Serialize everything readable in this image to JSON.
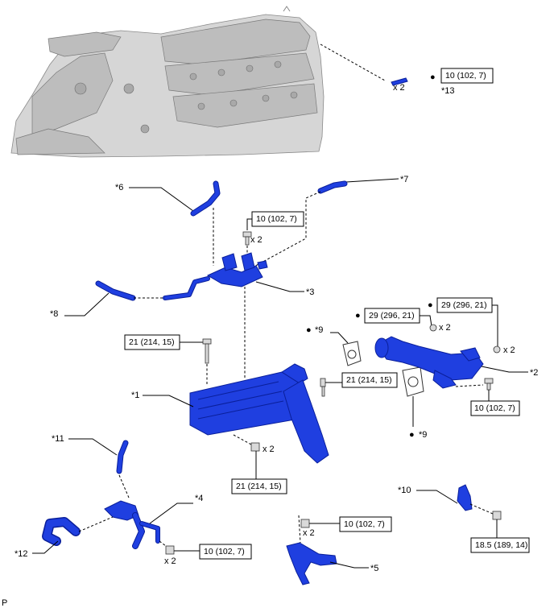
{
  "callouts": {
    "c1": "*1",
    "c2": "*2",
    "c3": "*3",
    "c4": "*4",
    "c5": "*5",
    "c6": "*6",
    "c7": "*7",
    "c8": "*8",
    "c9a": "*9",
    "c9b": "*9",
    "c10": "*10",
    "c11": "*11",
    "c12": "*12",
    "c13": "*13"
  },
  "torque": {
    "t_top": "10 (102, 7)",
    "t_bracket": "10 (102, 7)",
    "t_cooler_top": "21 (214, 15)",
    "t_cooler_side": "21 (214, 15)",
    "t_cooler_bottom": "21 (214, 15)",
    "t_pipe_left": "29 (296, 21)",
    "t_pipe_right": "29 (296, 21)",
    "t_pipe_bottom": "10 (102, 7)",
    "t_bracket5": "10 (102, 7)",
    "t_pipe4": "10 (102, 7)",
    "t_bracket10": "18.5 (189, 14)"
  },
  "quantities": {
    "q_top": "x 2",
    "q_bracket": "x 2",
    "q_nut_left": "x 2",
    "q_nut_right": "x 2",
    "q_cooler": "x 2",
    "q_bracket5": "x 2",
    "q_pipe4": "x 2"
  },
  "bullet": "●",
  "footer": {
    "code": "P"
  }
}
